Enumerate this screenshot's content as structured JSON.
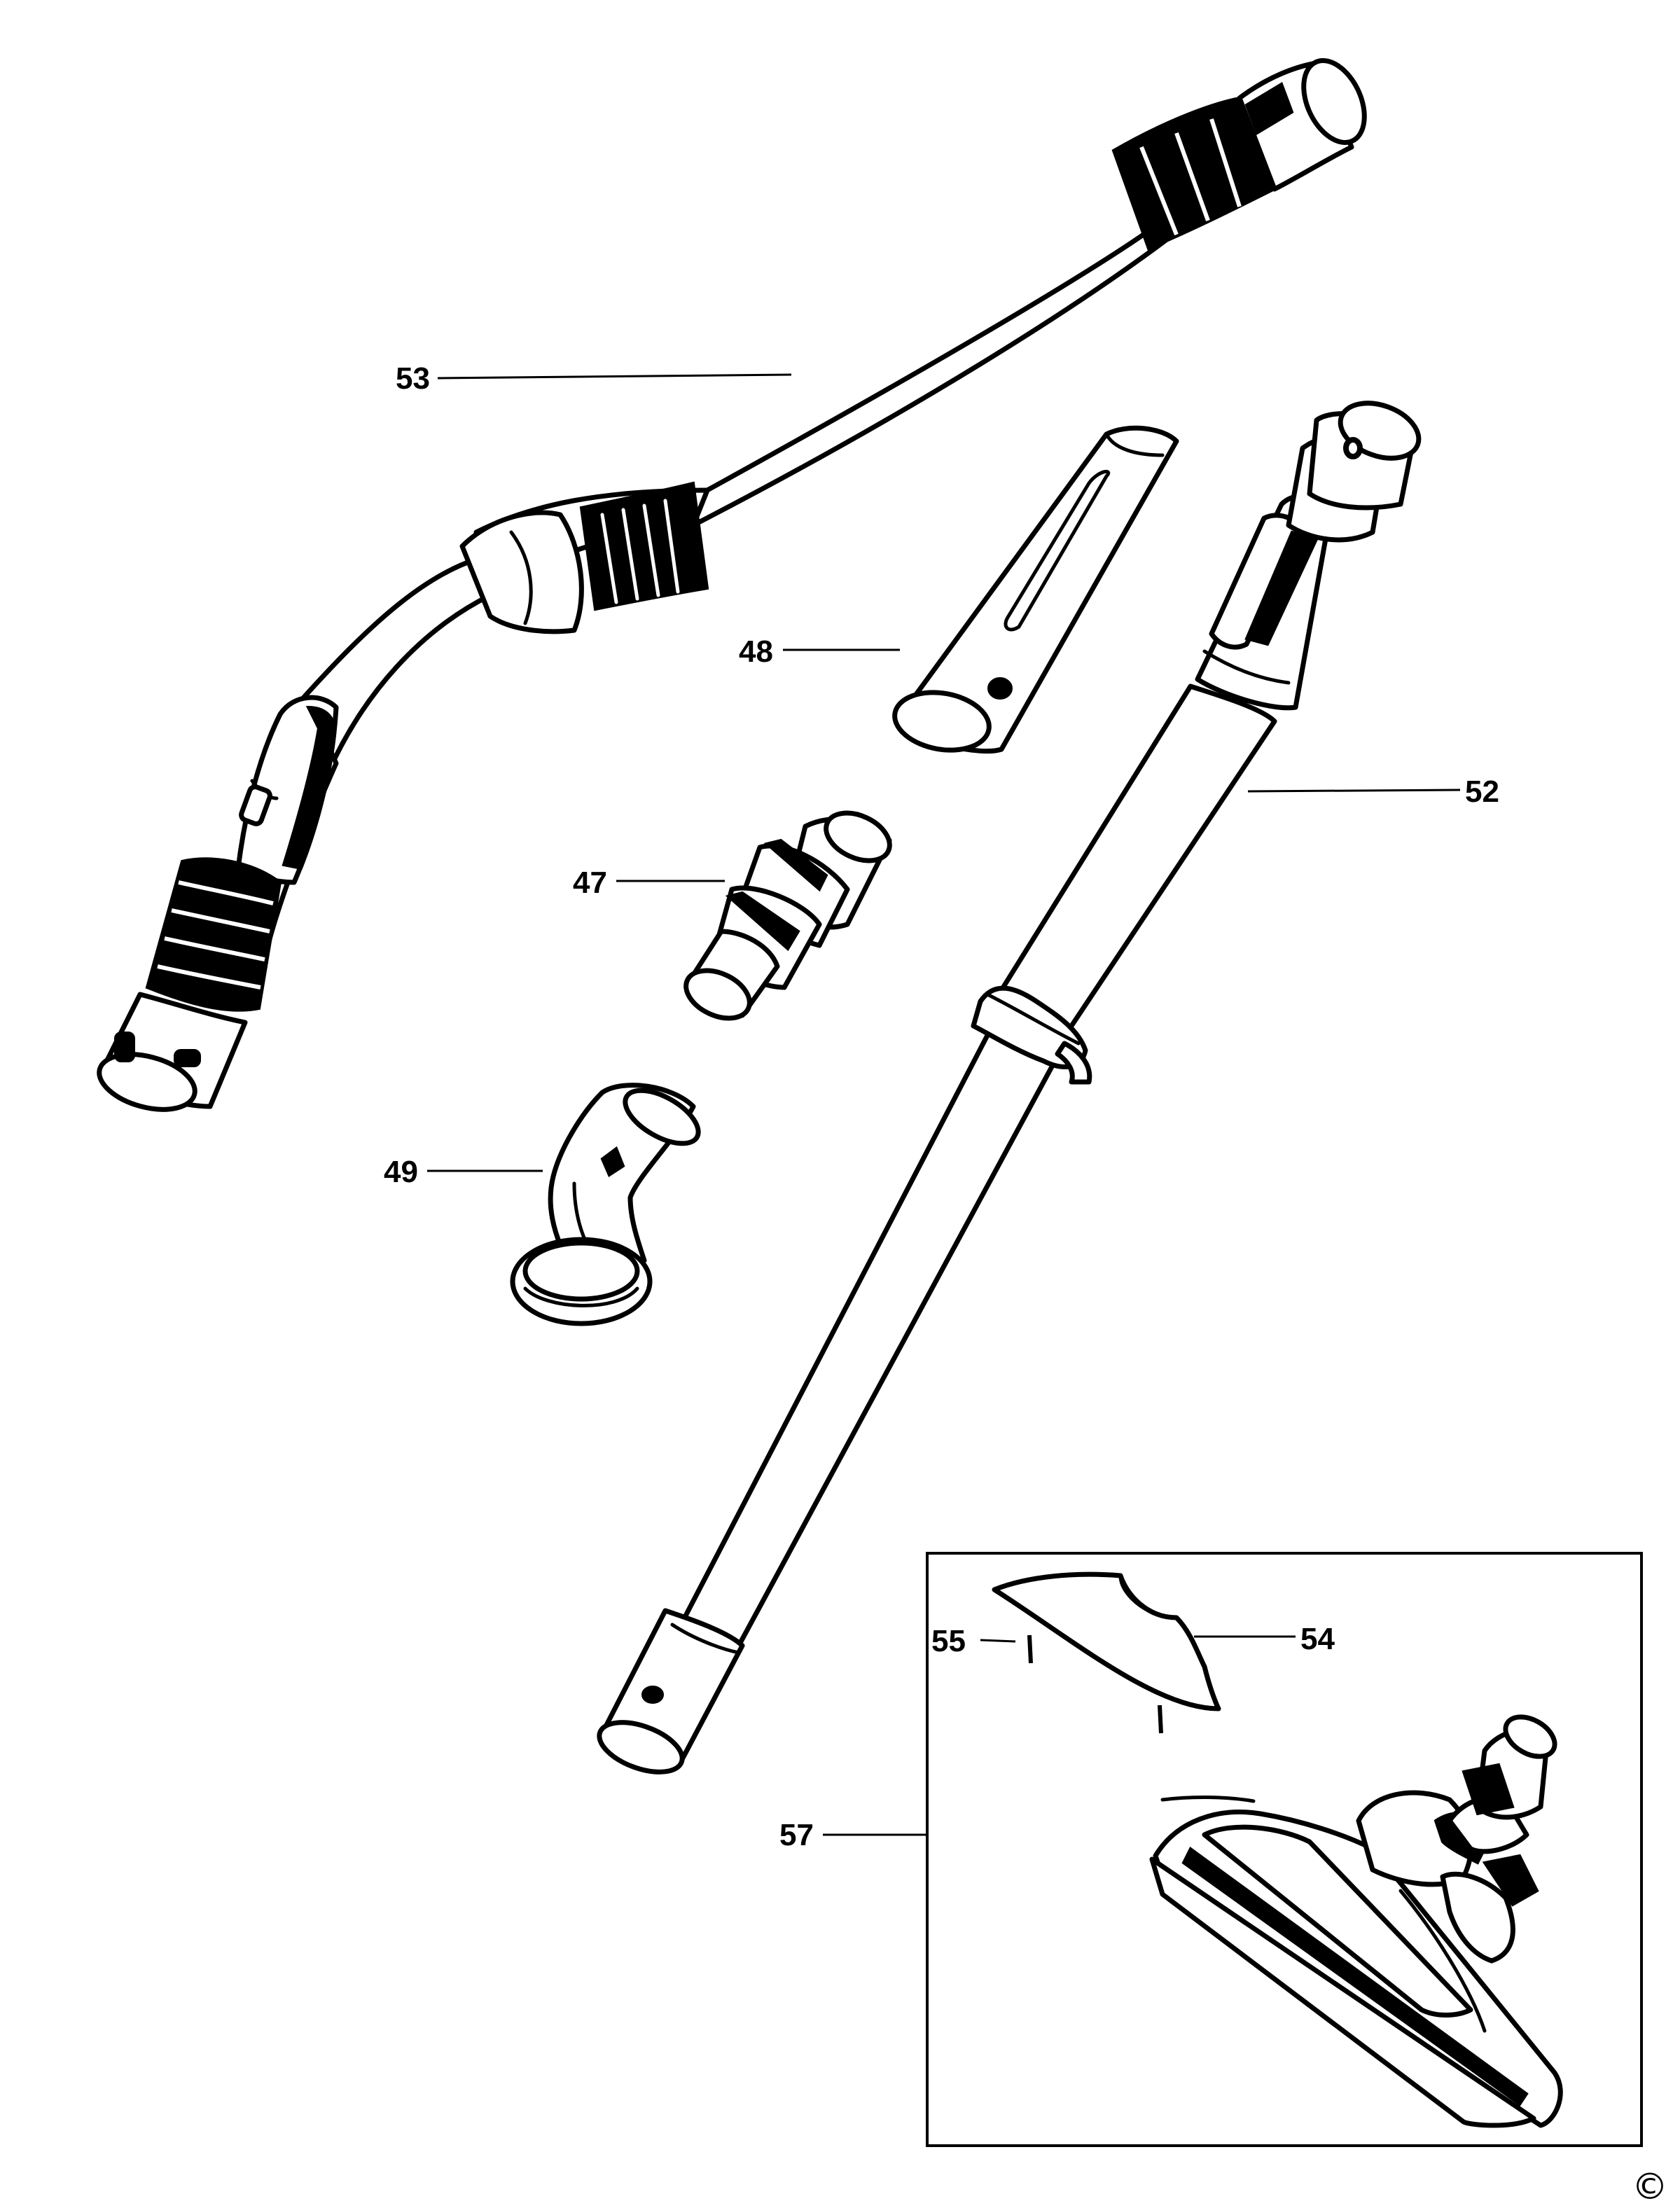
{
  "diagram": {
    "callouts": {
      "c53": "53",
      "c48": "48",
      "c52": "52",
      "c47": "47",
      "c49": "49",
      "c55": "55",
      "c54": "54",
      "c57": "57"
    },
    "copyright_symbol": "©",
    "colors": {
      "ink": "#000000",
      "paper": "#ffffff"
    }
  }
}
